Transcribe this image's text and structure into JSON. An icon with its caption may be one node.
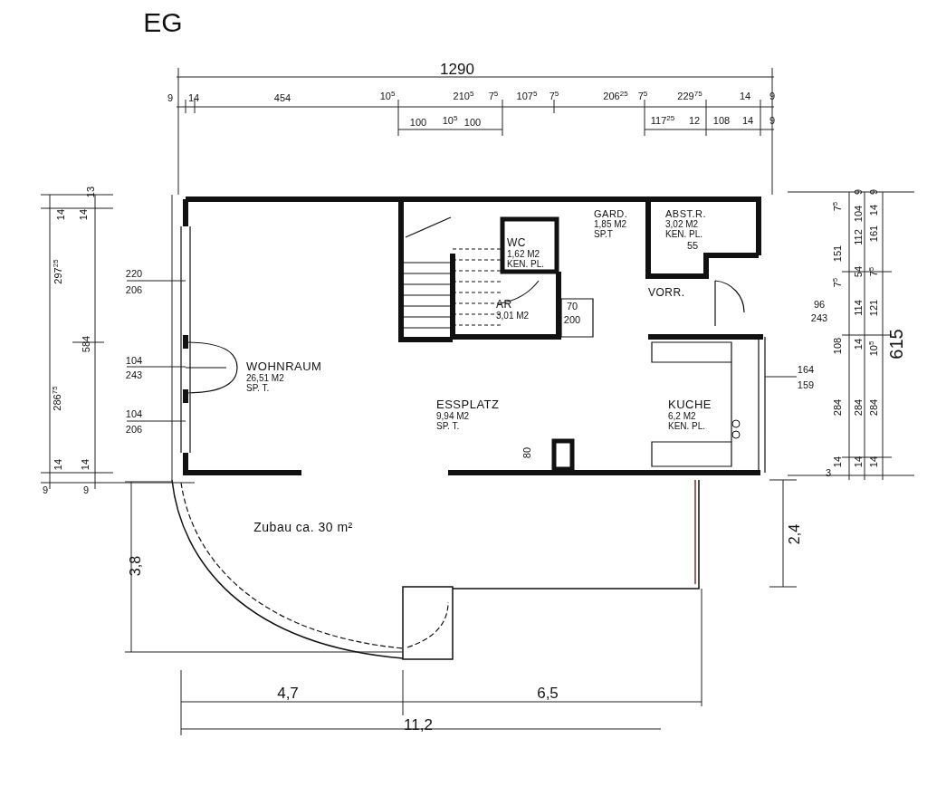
{
  "diagram": {
    "nodes": [
      {
        "text": [
          "WOHNRAUM",
          "26,51 M2 SP. T."
        ]
      },
      {
        "text": [
          "ESSPLATZ",
          "9,94 M2 SP. T."
        ]
      },
      {
        "text": [
          "KUCHE",
          "6,2 M2 KEN. PL."
        ]
      },
      {
        "text": [
          "WC",
          "1,62 M2 KEN. PL."
        ]
      },
      {
        "text": [
          "AR",
          "3,01 M2"
        ]
      },
      {
        "text": [
          "GARD.",
          "1,85 M2 SP.T"
        ]
      },
      {
        "text": [
          "ABST.R.",
          "3,02 M2 KEN. PL."
        ]
      },
      {
        "text": [
          "VORR."
        ]
      },
      {
        "text": [
          "Zubau ca. 30 m²"
        ]
      }
    ],
    "labels": [
      "EG",
      "1290",
      "9",
      "14",
      "454",
      "10$^{5}$",
      "210$^{5}$",
      "7$^{5}$",
      "107$^{5}$",
      "7$^{5}$",
      "206$^{25}$",
      "7$^{5}$",
      "229$^{75}$",
      "14",
      "9",
      "100",
      "10$^{5}$",
      "100",
      "117$^{25}$",
      "12",
      "108",
      "14",
      "9",
      "14",
      "14",
      "13",
      "297$^{25}$",
      "584",
      "286$^{75}$",
      "14",
      "14",
      "9",
      "9",
      "220",
      "206",
      "104",
      "243",
      "104",
      "206",
      "70",
      "200",
      "55",
      "80",
      "164",
      "159",
      "96",
      "243",
      "7$^{5}$",
      "151",
      "7$^{5}$",
      "108",
      "284",
      "14",
      "3",
      "9",
      "104",
      "112",
      "54",
      "114",
      "14",
      "284",
      "14",
      "9",
      "14",
      "161",
      "7$^{5}$",
      "121",
      "10$^{5}$",
      "284",
      "14",
      "615",
      "3,8",
      "2,4",
      "4,7",
      "6,5",
      "11,2"
    ]
  }
}
